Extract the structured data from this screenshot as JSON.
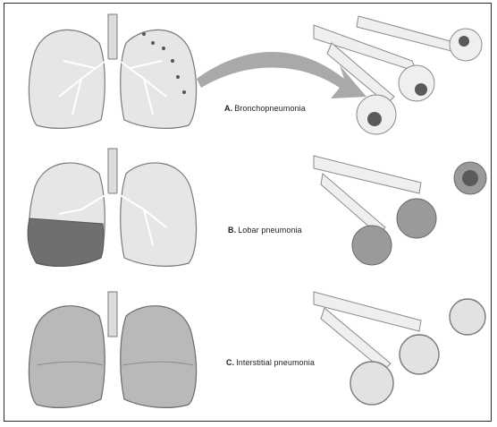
{
  "panels": [
    {
      "letter": "A.",
      "label": "Bronchopneumonia"
    },
    {
      "letter": "B.",
      "label": "Lobar pneumonia"
    },
    {
      "letter": "C.",
      "label": "Interstitial pneumonia"
    }
  ],
  "colors": {
    "lung_fill": "#e6e6e6",
    "lung_outline": "#7a7a7a",
    "consolidation": "#6f6f6f",
    "interstitial_fill": "#b9b9b9",
    "alveoli_fill": "#efefef",
    "alveoli_dark": "#5a5a5a",
    "arrow_fill": "#a9a9a9"
  }
}
